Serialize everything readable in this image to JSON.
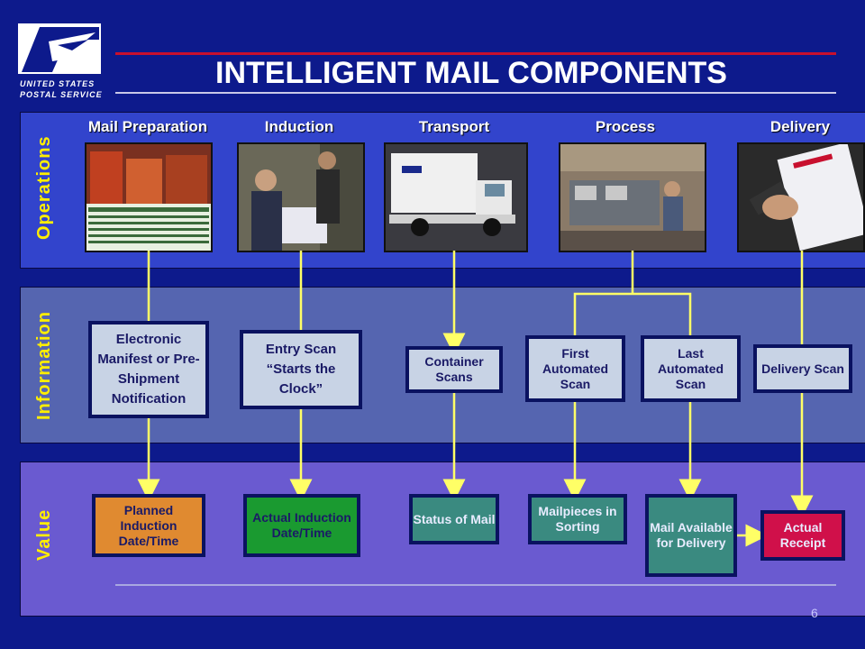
{
  "logo": {
    "line1": "UNITED STATES",
    "line2": "POSTAL SERVICE"
  },
  "title": "INTELLIGENT MAIL COMPONENTS",
  "bands": {
    "operations": "Operations",
    "information": "Information",
    "value": "Value"
  },
  "stages": [
    "Mail Preparation",
    "Induction",
    "Transport",
    "Process",
    "Delivery"
  ],
  "information_boxes": {
    "manifest": "Electronic Manifest or Pre-Shipment Notification",
    "entry_scan": "Entry Scan “Starts the Clock”",
    "container_scans": "Container Scans",
    "first_scan": "First Automated Scan",
    "last_scan": "Last Automated Scan",
    "delivery_scan": "Delivery Scan"
  },
  "value_boxes": {
    "planned": "Planned Induction Date/Time",
    "actual_induction": "Actual Induction Date/Time",
    "status": "Status of Mail",
    "sorting": "Mailpieces in Sorting",
    "available": "Mail Available for Delivery",
    "receipt": "Actual Receipt"
  },
  "colors": {
    "background": "#0d1a8c",
    "connector": "#ffff66",
    "label": "#ffee00",
    "planned": "#e08a30",
    "actual_induction": "#1a9a30",
    "teal": "#3a8a80",
    "receipt": "#d0104a"
  },
  "page_number": "6"
}
